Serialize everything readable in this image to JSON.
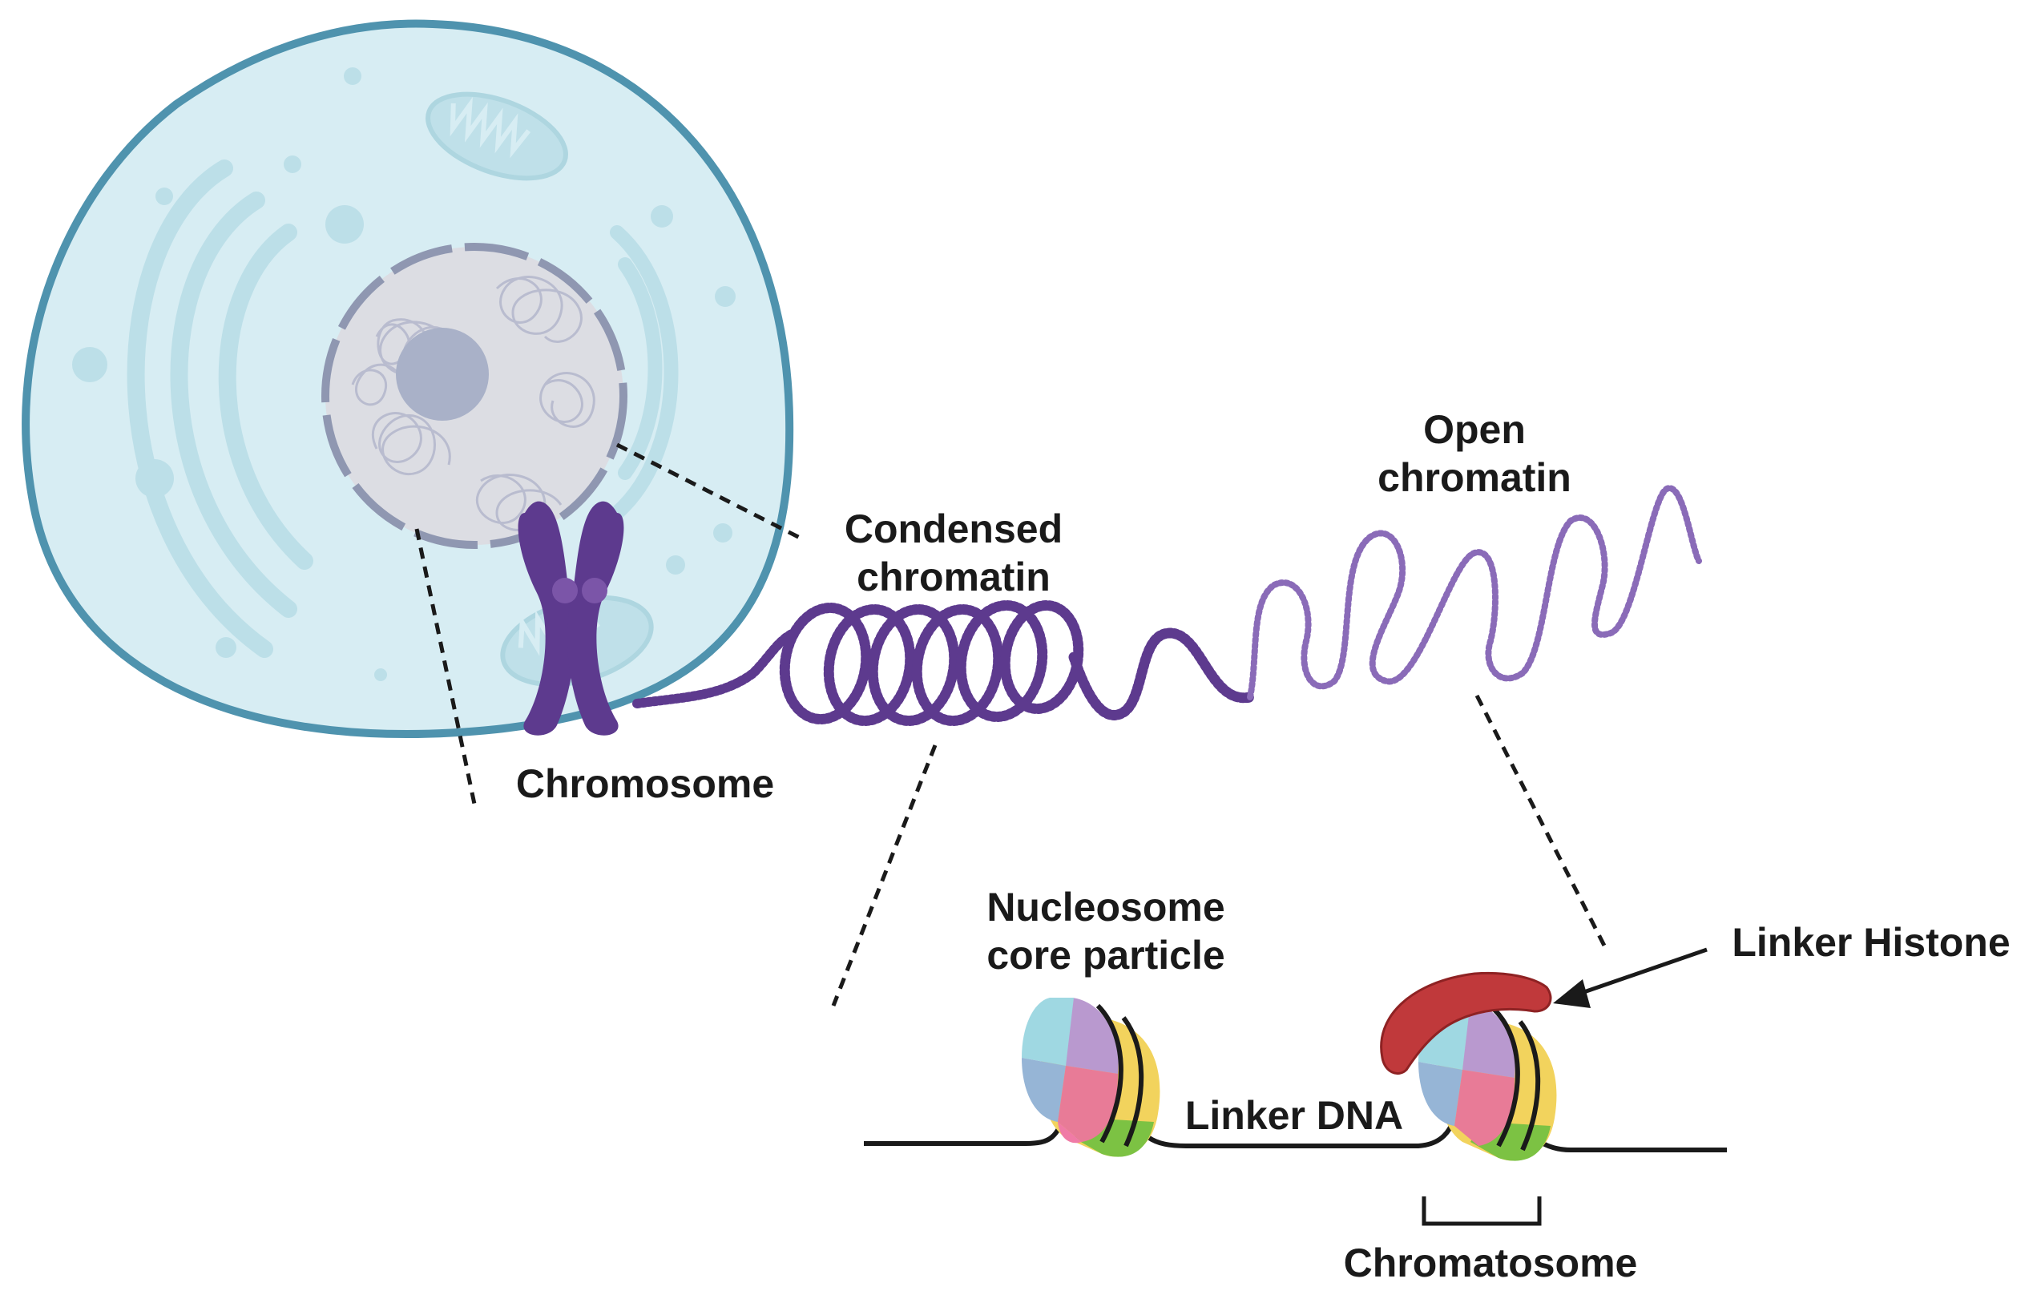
{
  "labels": {
    "condensed_chromatin": [
      "Condensed",
      "chromatin"
    ],
    "open_chromatin": [
      "Open",
      "chromatin"
    ],
    "chromosome": "Chromosome",
    "nucleosome_core_particle": [
      "Nucleosome",
      "core particle"
    ],
    "linker_histone": "Linker Histone",
    "linker_dna": "Linker DNA",
    "chromatosome": "Chromatosome"
  },
  "colors": {
    "cell_fill": "#d7edf3",
    "cell_outline": "#4f93ae",
    "organelle": "#b9dde6",
    "nucleus_fill": "#dcdde3",
    "nuclear_envelope": "#8f97b1",
    "nucleolus": "#a9b1c8",
    "chromatin_purple": "#5d3a8e",
    "open_chromatin_purple": "#8a6bb8",
    "linker_histone_red": "#c0393b",
    "dna_black": "#1a1a1a"
  }
}
